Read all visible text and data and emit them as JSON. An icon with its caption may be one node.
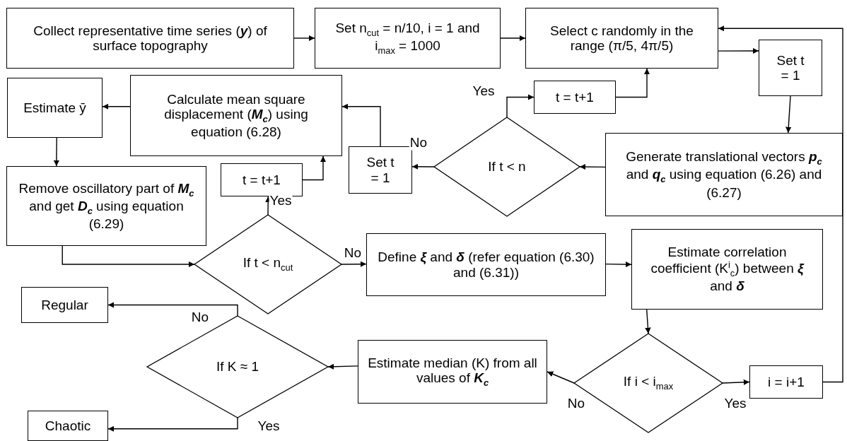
{
  "diagram": {
    "nodes": [
      {
        "text": [
          "Collect representative time series (**y**) of surface topography"
        ]
      },
      {
        "text": [
          "Set n$_{cut}$ = n/10, i = 1 and i$_{max}$ = 1000"
        ]
      },
      {
        "text": [
          "Select c randomly in the range (π/5, 4π/5)"
        ]
      },
      {
        "text": [
          "Set t = 1"
        ]
      },
      {
        "text": [
          "Generate translational vectors **p$_{c}$** and **q$_{c}$** using equation (6.26) and (6.27)"
        ]
      },
      {
        "text": [
          "If t < n"
        ]
      },
      {
        "text": [
          "t = t+1"
        ]
      },
      {
        "text": [
          "Set t = 1"
        ]
      },
      {
        "text": [
          "Calculate mean square displacement (**M$_{c}$**) using equation (6.28)"
        ]
      },
      {
        "text": [
          "Estimate ȳ"
        ]
      },
      {
        "text": [
          "Remove oscillatory part of **M$_{c}$** and get **D$_{c}$** using equation (6.29)"
        ]
      },
      {
        "text": [
          "If t < n$_{cut}$"
        ]
      },
      {
        "text": [
          "t = t+1"
        ]
      },
      {
        "text": [
          "Define **ξ** and **δ** (refer equation (6.30) and (6.31))"
        ]
      },
      {
        "text": [
          "Estimate correlation coefficient (K$^{i}$$_{c}$) between **ξ** and **δ**"
        ]
      },
      {
        "text": [
          "If i < i$_{max}$"
        ]
      },
      {
        "text": [
          "i = i+1"
        ]
      },
      {
        "text": [
          "Estimate median (K) from all values of **K$_{c}$**"
        ]
      },
      {
        "text": [
          "If K ≈ 1"
        ]
      },
      {
        "text": [
          "Regular"
        ]
      },
      {
        "text": [
          "Chaotic"
        ]
      }
    ],
    "edges": [
      {
        "from": 0,
        "to": 1,
        "arrow": "to"
      },
      {
        "from": 1,
        "to": 2,
        "arrow": "to"
      },
      {
        "from": 2,
        "to": 3,
        "arrow": "to"
      },
      {
        "from": 3,
        "to": 4,
        "arrow": "to"
      },
      {
        "from": 4,
        "to": 5,
        "arrow": "to"
      },
      {
        "from": 5,
        "to": 6,
        "arrow": "to",
        "label": "Yes"
      },
      {
        "from": 6,
        "to": 2,
        "arrow": "to"
      },
      {
        "from": 5,
        "to": 7,
        "arrow": "to",
        "label": "No"
      },
      {
        "from": 7,
        "to": 8,
        "arrow": "to"
      },
      {
        "from": 8,
        "to": 9,
        "arrow": "to"
      },
      {
        "from": 9,
        "to": 10,
        "arrow": "to"
      },
      {
        "from": 10,
        "to": 11,
        "arrow": "to"
      },
      {
        "from": 11,
        "to": 12,
        "arrow": "to",
        "label": "Yes"
      },
      {
        "from": 12,
        "to": 8,
        "arrow": "to"
      },
      {
        "from": 11,
        "to": 13,
        "arrow": "to",
        "label": "No"
      },
      {
        "from": 13,
        "to": 14,
        "arrow": "to"
      },
      {
        "from": 14,
        "to": 15,
        "arrow": "to"
      },
      {
        "from": 15,
        "to": 16,
        "arrow": "to",
        "label": "Yes"
      },
      {
        "from": 16,
        "to": 2,
        "arrow": "to"
      },
      {
        "from": 15,
        "to": 17,
        "arrow": "to",
        "label": "No"
      },
      {
        "from": 17,
        "to": 18,
        "arrow": "to"
      },
      {
        "from": 18,
        "to": 19,
        "arrow": "to",
        "label": "No"
      },
      {
        "from": 18,
        "to": 20,
        "arrow": "to",
        "label": "Yes"
      }
    ]
  }
}
